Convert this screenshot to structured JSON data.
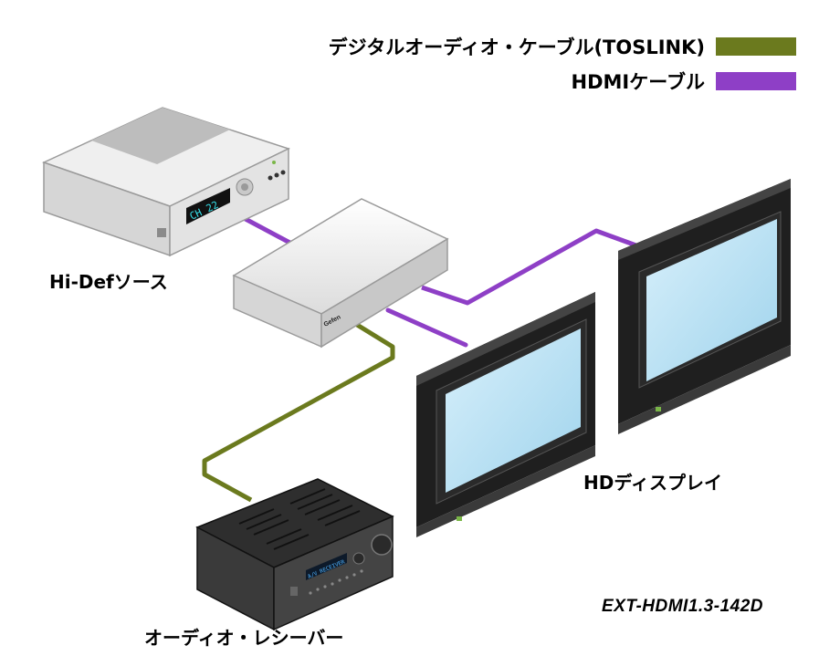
{
  "legend": {
    "items": [
      {
        "label": "デジタルオーディオ・ケーブル(TOSLINK)",
        "color": "#6b7a1e"
      },
      {
        "label": "HDMIケーブル",
        "color": "#8e3fc6"
      }
    ]
  },
  "devices": {
    "source": {
      "label": "Hi-Defソース",
      "display": "CH 22"
    },
    "splitter": {
      "brand": "Gefen"
    },
    "receiver": {
      "label": "オーディオ・レシーバー",
      "display": "A/V RECEIVER"
    },
    "displays": {
      "label": "HDディスプレイ"
    }
  },
  "model": "EXT-HDMI1.3-142D",
  "colors": {
    "toslink": "#6b7a1e",
    "hdmi": "#8e3fc6",
    "screen": "#b7dff1",
    "bezel": "#1f1f1f",
    "lcd": "#35e0ea"
  }
}
